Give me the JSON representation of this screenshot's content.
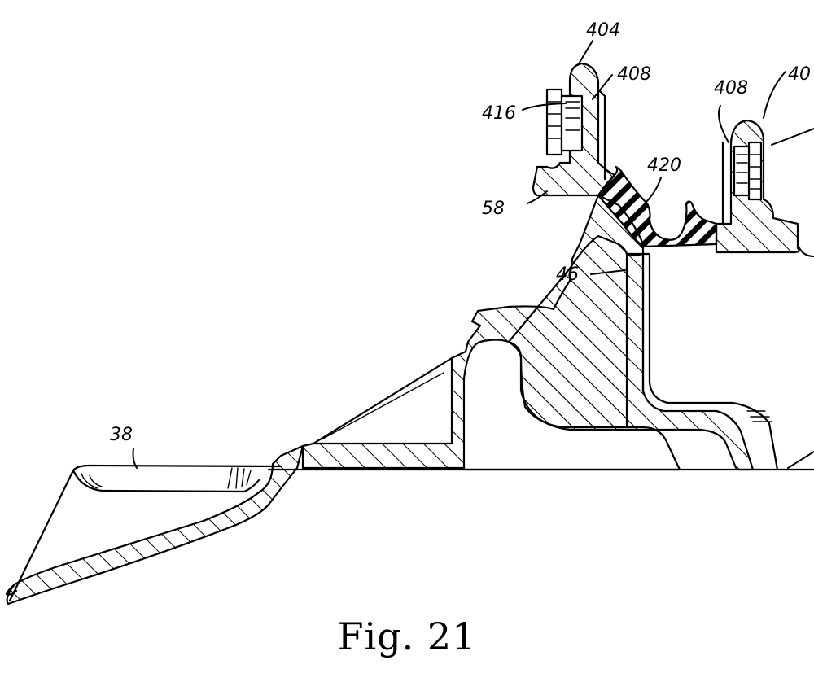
{
  "figure": {
    "caption": "Fig. 21",
    "type": "patent cross-section drawing",
    "line_color": "#000000",
    "background_color": "#ffffff"
  },
  "labels": {
    "ref_404": "404",
    "ref_408_left": "408",
    "ref_408_right": "408",
    "ref_40x_right": "40",
    "ref_416": "416",
    "ref_420": "420",
    "ref_58": "58",
    "ref_46": "46",
    "ref_38": "38"
  }
}
